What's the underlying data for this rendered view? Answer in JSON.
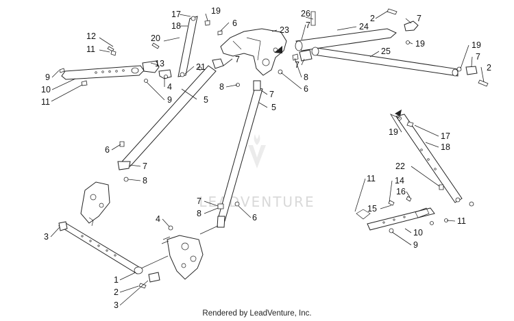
{
  "watermark": "LEADVENTURE",
  "footer": "Rendered by LeadVenture, Inc.",
  "callouts": [
    {
      "id": "c17a",
      "text": "17"
    },
    {
      "id": "c19a",
      "text": "19"
    },
    {
      "id": "c18a",
      "text": "18"
    },
    {
      "id": "c6a",
      "text": "6"
    },
    {
      "id": "c12",
      "text": "12"
    },
    {
      "id": "c11a",
      "text": "11"
    },
    {
      "id": "c20",
      "text": "20"
    },
    {
      "id": "c9a",
      "text": "9"
    },
    {
      "id": "c10a",
      "text": "10"
    },
    {
      "id": "c11b",
      "text": "11"
    },
    {
      "id": "c13",
      "text": "13"
    },
    {
      "id": "c4a",
      "text": "4"
    },
    {
      "id": "c9b",
      "text": "9"
    },
    {
      "id": "c21",
      "text": "21"
    },
    {
      "id": "c7a",
      "text": "7"
    },
    {
      "id": "c8a",
      "text": "8"
    },
    {
      "id": "c5a",
      "text": "5"
    },
    {
      "id": "c23",
      "text": "23"
    },
    {
      "id": "c26",
      "text": "26"
    },
    {
      "id": "c7b",
      "text": "7"
    },
    {
      "id": "c24",
      "text": "24"
    },
    {
      "id": "c2a",
      "text": "2"
    },
    {
      "id": "c7c",
      "text": "7"
    },
    {
      "id": "c19b",
      "text": "19"
    },
    {
      "id": "c25",
      "text": "25"
    },
    {
      "id": "c7d",
      "text": "7"
    },
    {
      "id": "c8b",
      "text": "8"
    },
    {
      "id": "c6b",
      "text": "6"
    },
    {
      "id": "c19c",
      "text": "19"
    },
    {
      "id": "c7e",
      "text": "7"
    },
    {
      "id": "c2b",
      "text": "2"
    },
    {
      "id": "c7f",
      "text": "7"
    },
    {
      "id": "c5b",
      "text": "5"
    },
    {
      "id": "c6c",
      "text": "6"
    },
    {
      "id": "c7g",
      "text": "7"
    },
    {
      "id": "c8c",
      "text": "8"
    },
    {
      "id": "c19d",
      "text": "19"
    },
    {
      "id": "c17b",
      "text": "17"
    },
    {
      "id": "c18b",
      "text": "18"
    },
    {
      "id": "c22",
      "text": "22"
    },
    {
      "id": "c14",
      "text": "14"
    },
    {
      "id": "c11c",
      "text": "11"
    },
    {
      "id": "c16",
      "text": "16"
    },
    {
      "id": "c15",
      "text": "15"
    },
    {
      "id": "c11d",
      "text": "11"
    },
    {
      "id": "c10b",
      "text": "10"
    },
    {
      "id": "c9c",
      "text": "9"
    },
    {
      "id": "c7h",
      "text": "7"
    },
    {
      "id": "c8d",
      "text": "8"
    },
    {
      "id": "c6d",
      "text": "6"
    },
    {
      "id": "c4b",
      "text": "4"
    },
    {
      "id": "c3a",
      "text": "3"
    },
    {
      "id": "c1",
      "text": "1"
    },
    {
      "id": "c2c",
      "text": "2"
    },
    {
      "id": "c3b",
      "text": "3"
    }
  ]
}
